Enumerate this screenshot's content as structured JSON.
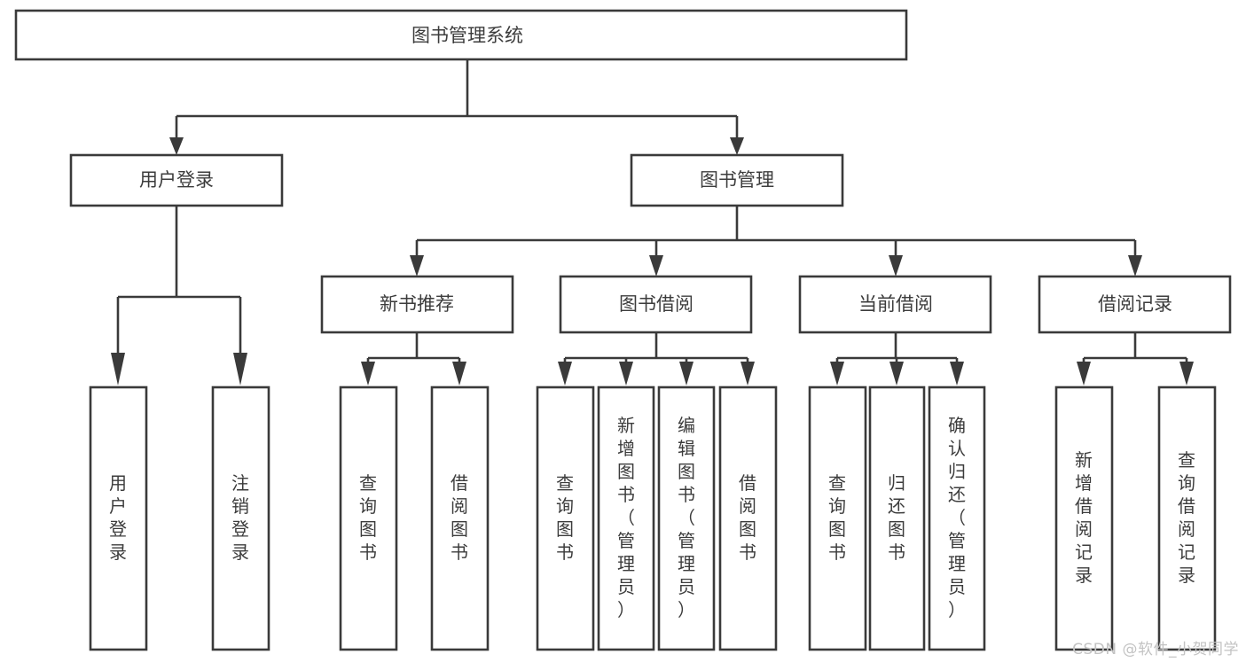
{
  "diagram": {
    "title": "图书管理系统",
    "type": "hierarchy-tree",
    "watermark": "CSDN @软件_小贺同学",
    "colors": {
      "stroke": "#3a3a3a",
      "box_fill": "#ffffff",
      "text": "#3c3c3c",
      "background": "#ffffff",
      "watermark": "#c3c3c3"
    },
    "levels": [
      {
        "level": 1,
        "nodes": [
          {
            "id": "root",
            "label": "图书管理系统",
            "orientation": "horizontal"
          }
        ]
      },
      {
        "level": 2,
        "nodes": [
          {
            "id": "login",
            "label": "用户登录",
            "orientation": "horizontal",
            "parent": "root"
          },
          {
            "id": "bookmgmt",
            "label": "图书管理",
            "orientation": "horizontal",
            "parent": "root"
          }
        ]
      },
      {
        "level": 3,
        "nodes": [
          {
            "id": "newbook",
            "label": "新书推荐",
            "orientation": "horizontal",
            "parent": "bookmgmt"
          },
          {
            "id": "borrow",
            "label": "图书借阅",
            "orientation": "horizontal",
            "parent": "bookmgmt"
          },
          {
            "id": "current",
            "label": "当前借阅",
            "orientation": "horizontal",
            "parent": "bookmgmt"
          },
          {
            "id": "records",
            "label": "借阅记录",
            "orientation": "horizontal",
            "parent": "bookmgmt"
          }
        ]
      },
      {
        "level": 4,
        "nodes": [
          {
            "id": "leaf1",
            "label": "用户登录",
            "orientation": "vertical",
            "parent": "login"
          },
          {
            "id": "leaf2",
            "label": "注销登录",
            "orientation": "vertical",
            "parent": "login"
          },
          {
            "id": "leaf3",
            "label": "查询图书",
            "orientation": "vertical",
            "parent": "newbook"
          },
          {
            "id": "leaf4",
            "label": "借阅图书",
            "orientation": "vertical",
            "parent": "newbook"
          },
          {
            "id": "leaf5",
            "label": "查询图书",
            "orientation": "vertical",
            "parent": "borrow"
          },
          {
            "id": "leaf6",
            "label": "新增图书（管理员）",
            "orientation": "vertical",
            "parent": "borrow"
          },
          {
            "id": "leaf7",
            "label": "编辑图书（管理员）",
            "orientation": "vertical",
            "parent": "borrow"
          },
          {
            "id": "leaf8",
            "label": "借阅图书",
            "orientation": "vertical",
            "parent": "borrow"
          },
          {
            "id": "leaf9",
            "label": "查询图书",
            "orientation": "vertical",
            "parent": "current"
          },
          {
            "id": "leaf10",
            "label": "归还图书",
            "orientation": "vertical",
            "parent": "current"
          },
          {
            "id": "leaf11",
            "label": "确认归还（管理员）",
            "orientation": "vertical",
            "parent": "current"
          },
          {
            "id": "leaf12",
            "label": "新增借阅记录",
            "orientation": "vertical",
            "parent": "records"
          },
          {
            "id": "leaf13",
            "label": "查询借阅记录",
            "orientation": "vertical",
            "parent": "records"
          }
        ]
      }
    ]
  }
}
